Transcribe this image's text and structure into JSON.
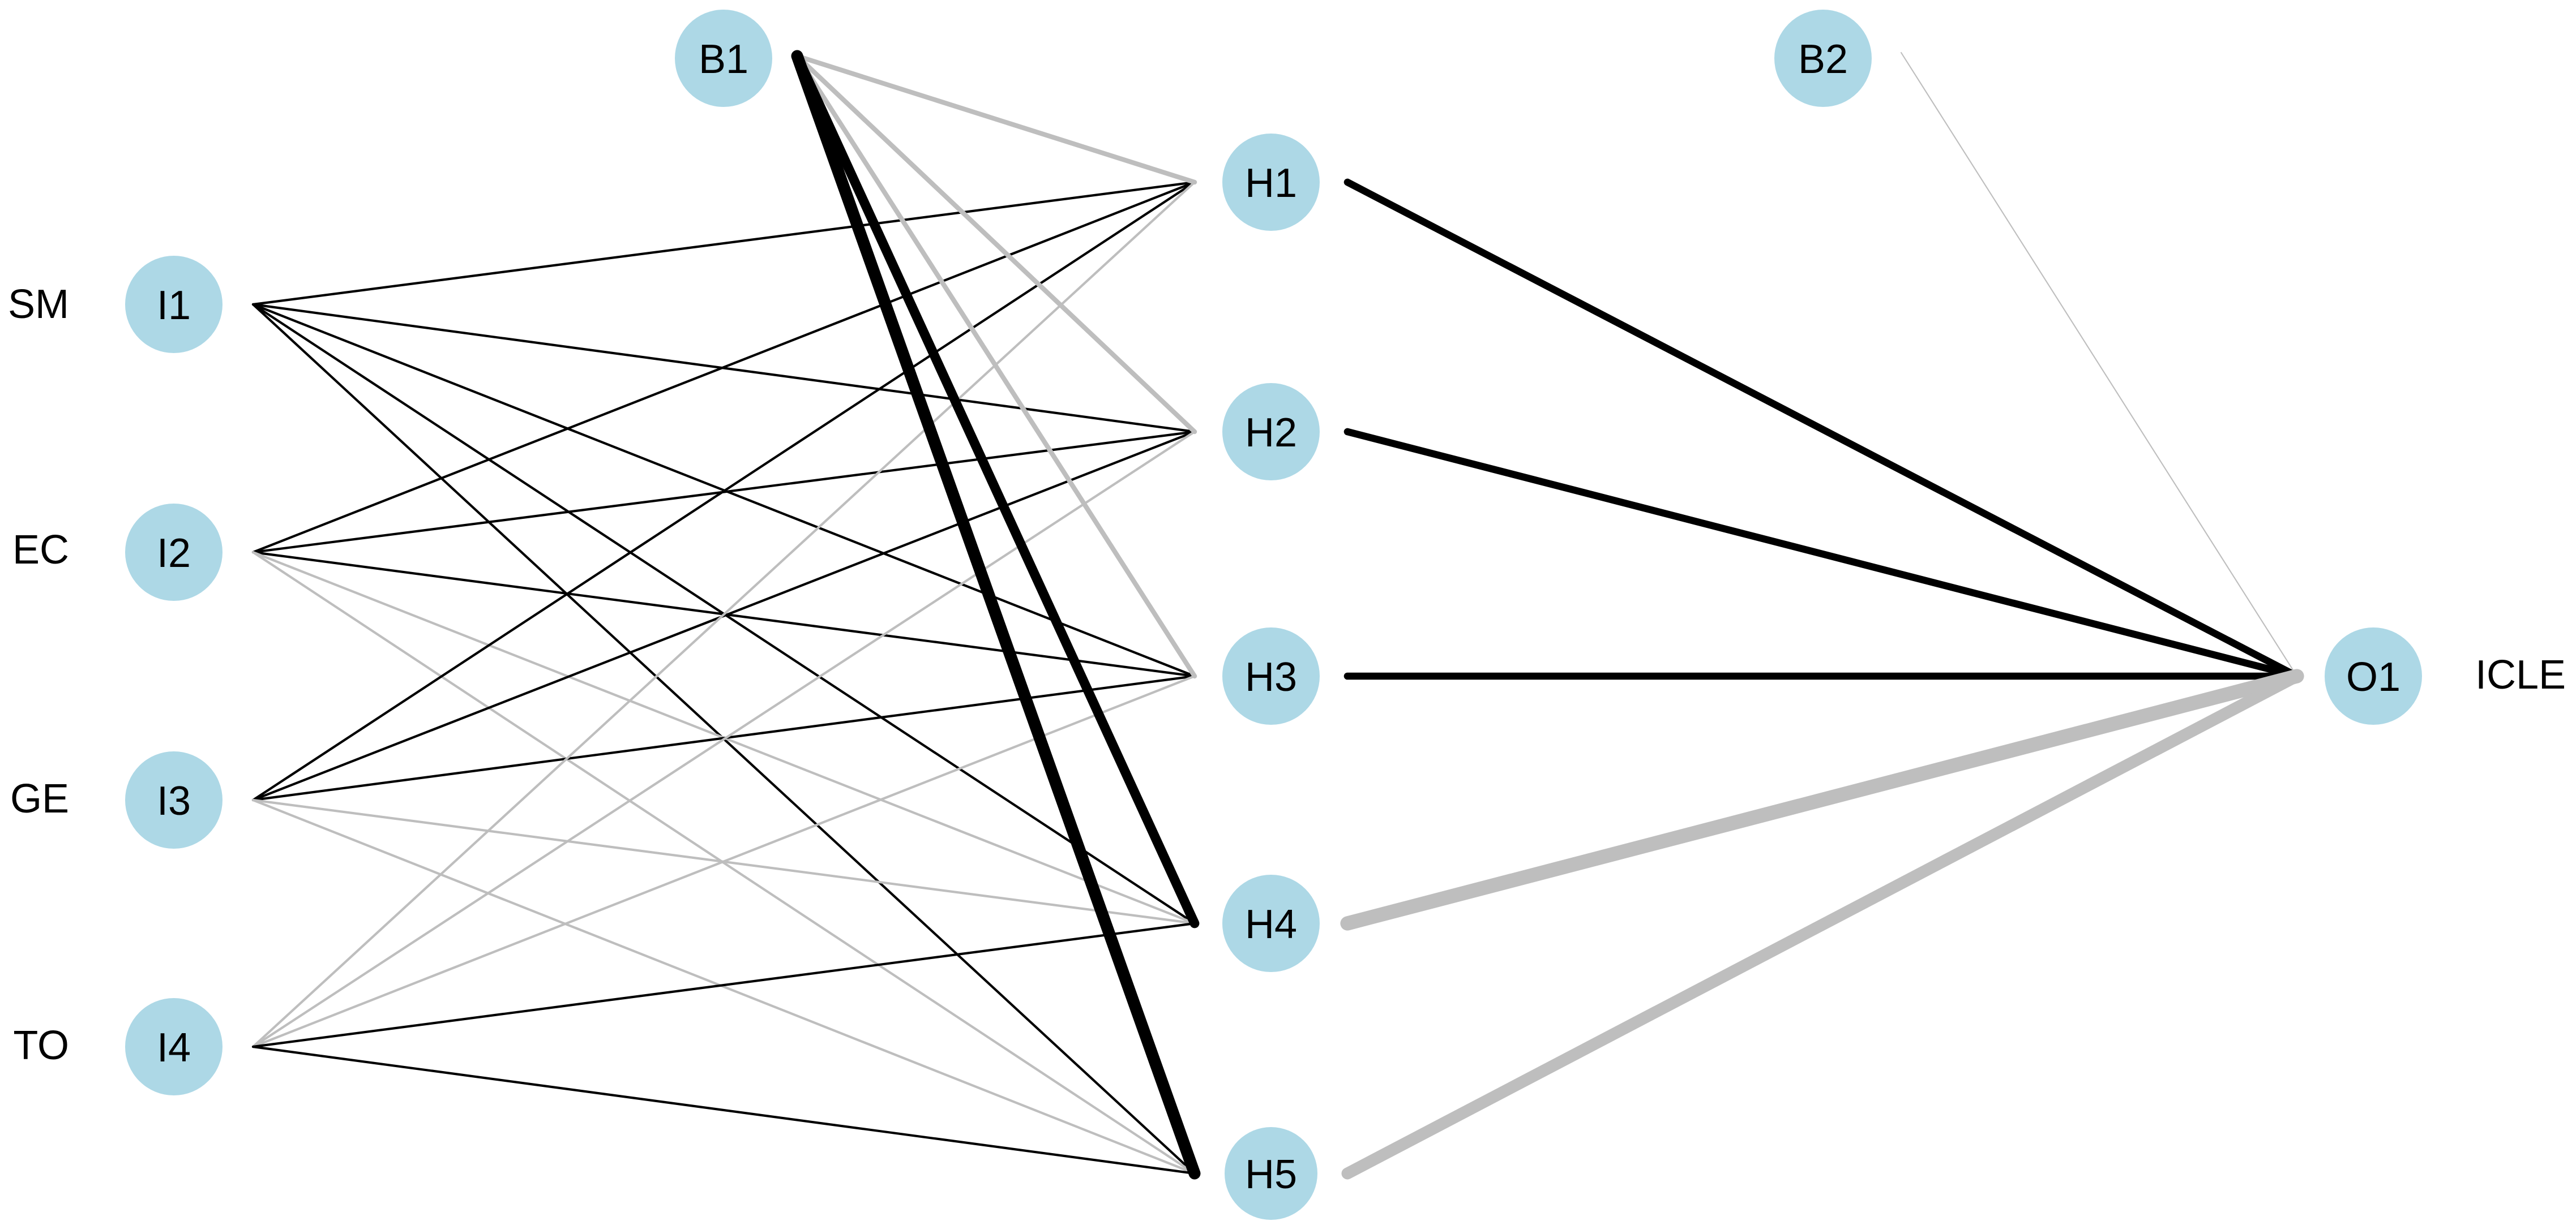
{
  "colors": {
    "node_fill": "#add8e6",
    "positive_weight": "#000000",
    "negative_weight": "#bebebe"
  },
  "nodes": {
    "I1": {
      "label": "I1"
    },
    "I2": {
      "label": "I2"
    },
    "I3": {
      "label": "I3"
    },
    "I4": {
      "label": "I4"
    },
    "B1": {
      "label": "B1"
    },
    "H1": {
      "label": "H1"
    },
    "H2": {
      "label": "H2"
    },
    "H3": {
      "label": "H3"
    },
    "H4": {
      "label": "H4"
    },
    "H5": {
      "label": "H5"
    },
    "B2": {
      "label": "B2"
    },
    "O1": {
      "label": "O1"
    }
  },
  "input_variables": {
    "I1": "SM",
    "I2": "EC",
    "I3": "GE",
    "I4": "TO"
  },
  "output_variables": {
    "O1": "ICLE"
  },
  "edges": [
    {
      "from": "I1",
      "to": "H1",
      "sign": "positive",
      "weight": 1
    },
    {
      "from": "I1",
      "to": "H2",
      "sign": "positive",
      "weight": 1
    },
    {
      "from": "I1",
      "to": "H3",
      "sign": "positive",
      "weight": 1
    },
    {
      "from": "I1",
      "to": "H4",
      "sign": "positive",
      "weight": 1
    },
    {
      "from": "I1",
      "to": "H5",
      "sign": "positive",
      "weight": 1
    },
    {
      "from": "I2",
      "to": "H1",
      "sign": "positive",
      "weight": 1
    },
    {
      "from": "I2",
      "to": "H2",
      "sign": "positive",
      "weight": 1
    },
    {
      "from": "I2",
      "to": "H3",
      "sign": "positive",
      "weight": 1
    },
    {
      "from": "I2",
      "to": "H4",
      "sign": "negative",
      "weight": 1
    },
    {
      "from": "I2",
      "to": "H5",
      "sign": "negative",
      "weight": 1
    },
    {
      "from": "I3",
      "to": "H1",
      "sign": "positive",
      "weight": 1
    },
    {
      "from": "I3",
      "to": "H2",
      "sign": "positive",
      "weight": 1
    },
    {
      "from": "I3",
      "to": "H3",
      "sign": "positive",
      "weight": 1
    },
    {
      "from": "I3",
      "to": "H4",
      "sign": "negative",
      "weight": 1
    },
    {
      "from": "I3",
      "to": "H5",
      "sign": "negative",
      "weight": 1
    },
    {
      "from": "I4",
      "to": "H1",
      "sign": "negative",
      "weight": 1
    },
    {
      "from": "I4",
      "to": "H2",
      "sign": "negative",
      "weight": 1
    },
    {
      "from": "I4",
      "to": "H3",
      "sign": "negative",
      "weight": 1
    },
    {
      "from": "I4",
      "to": "H4",
      "sign": "positive",
      "weight": 1
    },
    {
      "from": "I4",
      "to": "H5",
      "sign": "positive",
      "weight": 1
    },
    {
      "from": "B1",
      "to": "H1",
      "sign": "negative",
      "weight": 2
    },
    {
      "from": "B1",
      "to": "H2",
      "sign": "negative",
      "weight": 2
    },
    {
      "from": "B1",
      "to": "H3",
      "sign": "negative",
      "weight": 2
    },
    {
      "from": "B1",
      "to": "H4",
      "sign": "positive",
      "weight": 4
    },
    {
      "from": "B1",
      "to": "H5",
      "sign": "positive",
      "weight": 5
    },
    {
      "from": "H1",
      "to": "O1",
      "sign": "positive",
      "weight": 3
    },
    {
      "from": "H2",
      "to": "O1",
      "sign": "positive",
      "weight": 3
    },
    {
      "from": "H3",
      "to": "O1",
      "sign": "positive",
      "weight": 3
    },
    {
      "from": "H4",
      "to": "O1",
      "sign": "negative",
      "weight": 6
    },
    {
      "from": "H5",
      "to": "O1",
      "sign": "negative",
      "weight": 5
    },
    {
      "from": "B2",
      "to": "O1",
      "sign": "negative",
      "weight": 0.5
    }
  ]
}
